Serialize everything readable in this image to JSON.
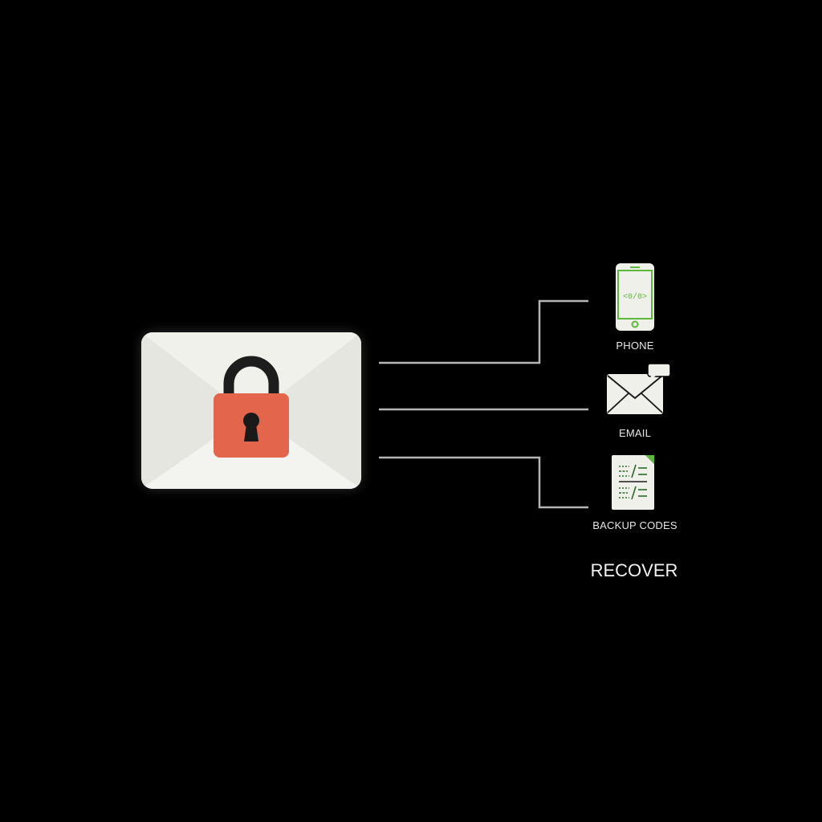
{
  "diagram": {
    "central": {
      "name": "locked-email",
      "icon": "envelope-with-padlock",
      "lock_color": "#e3654b",
      "envelope_color": "#efefea"
    },
    "options": [
      {
        "label": "PHONE",
        "icon": "phone-icon",
        "screen_text": "<0/0>",
        "accent": "#5cb83a"
      },
      {
        "label": "EMAIL",
        "icon": "envelope-chat-icon"
      },
      {
        "label": "BACKUP CODES",
        "icon": "document-codes-icon",
        "accent": "#5cb83a"
      }
    ],
    "action": {
      "label": "RECOVER"
    },
    "line_color": "#b5b5b5"
  }
}
